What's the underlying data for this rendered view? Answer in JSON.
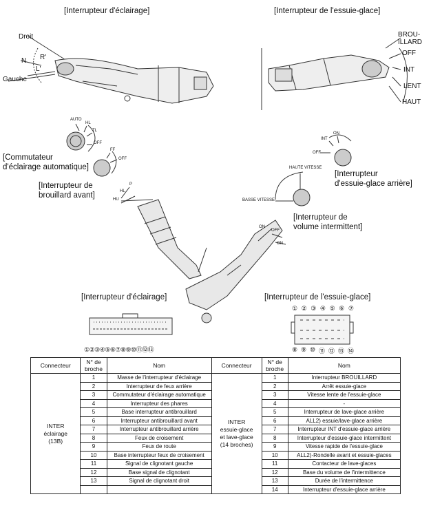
{
  "titles": {
    "lighting_top": "[Interrupteur d'éclairage]",
    "wiper_top": "[Interrupteur de l'essuie-glace]",
    "lighting_conn": "[Interrupteur d'éclairage]",
    "wiper_conn": "[Interrupteur de l'essuie-glace]"
  },
  "lighting_labels": {
    "droit": "Droit",
    "n": "N",
    "r": "R'",
    "l": "L'",
    "gauche": "Gauche"
  },
  "wiper_labels": {
    "brouillard": "BROU-\nILLARD",
    "off": "OFF",
    "int": "INT",
    "lent": "LENT",
    "haut": "HAUT"
  },
  "auto_dial": {
    "auto": "AUTO",
    "hl": "HL",
    "tl": "TL",
    "off": "OFF"
  },
  "fog_dial": {
    "ff": "FF",
    "off": "OFF"
  },
  "stalk_labels": {
    "p": "P",
    "hl": "HL",
    "hu": "HU"
  },
  "callouts": {
    "auto_light": "[Commutateur\nd'éclairage automatique]",
    "front_fog": "[Interrupteur de\nbrouillard avant]",
    "rear_wiper": "[Interrupteur\nd'essuie-glace arrière]",
    "intermittent": "[Interrupteur de\nvolume intermittent]"
  },
  "rear_dial": {
    "on": "ON",
    "int": "INT",
    "off": "OFF"
  },
  "speed_dial": {
    "haute": "HAUTE VITESSE",
    "basse": "BASSE VITESSE"
  },
  "washer_labels": {
    "on1": "ON",
    "off": "OFF",
    "on2": "ON"
  },
  "lighting_pins": "①②③④⑤⑥⑦⑧⑨⑩⑪⑫⑬",
  "wiper_pins_top": [
    "①",
    "②",
    "③",
    "④",
    "⑤",
    "⑥",
    "⑦"
  ],
  "wiper_pins_bottom": [
    "⑧",
    "⑨",
    "⑩",
    "⑪",
    "⑫",
    "⑬",
    "⑭"
  ],
  "table": {
    "headers": [
      "Connecteur",
      "N° de broche",
      "Nom",
      "Connecteur",
      "N° de broche",
      "Nom"
    ],
    "left_connector": "INTER\néclairage\n(13B)",
    "right_connector": "INTER\nessuie-glace\net lave-glace\n(14 broches)",
    "left_rows": [
      [
        "1",
        "Masse de l'interrupteur d'éclairage"
      ],
      [
        "2",
        "Interrupteur de feux arrière"
      ],
      [
        "3",
        "Commutateur d'éclairage automatique"
      ],
      [
        "4",
        "Interrupteur des phares"
      ],
      [
        "5",
        "Base interrupteur antibrouillard"
      ],
      [
        "6",
        "Interrupteur antibrouillard avant"
      ],
      [
        "7",
        "Interrupteur antibrouillard arrière"
      ],
      [
        "8",
        "Feux de croisement"
      ],
      [
        "9",
        "Feux de route"
      ],
      [
        "10",
        "Base interrupteur feux de croisement"
      ],
      [
        "11",
        "Signal de clignotant gauche"
      ],
      [
        "12",
        "Base signal de clignotant"
      ],
      [
        "13",
        "Signal de clignotant droit"
      ],
      [
        "",
        ""
      ]
    ],
    "right_rows": [
      [
        "1",
        "Interrupteur BROUILLARD"
      ],
      [
        "2",
        "Arrêt essuie-glace"
      ],
      [
        "3",
        "Vitesse lente de l'essuie-glace"
      ],
      [
        "4",
        "-"
      ],
      [
        "5",
        "Interrupteur de lave-glace arrière"
      ],
      [
        "6",
        "ALL2) essuie/lave-glace arrière"
      ],
      [
        "7",
        "Interrupteur INT d'essuie-glace arrière"
      ],
      [
        "8",
        "Interrupteur d'essuie-glace intermittent"
      ],
      [
        "9",
        "Vitesse rapide de l'essuie-glace"
      ],
      [
        "10",
        "ALL2)-Rondelle avant et essuie-glaces"
      ],
      [
        "11",
        "Contacteur de lave-glaces"
      ],
      [
        "12",
        "Base du volume de l'intermittence"
      ],
      [
        "13",
        "Durée de l'intermittence"
      ],
      [
        "14",
        "Interrupteur d'essuie-glace arrière"
      ]
    ]
  }
}
